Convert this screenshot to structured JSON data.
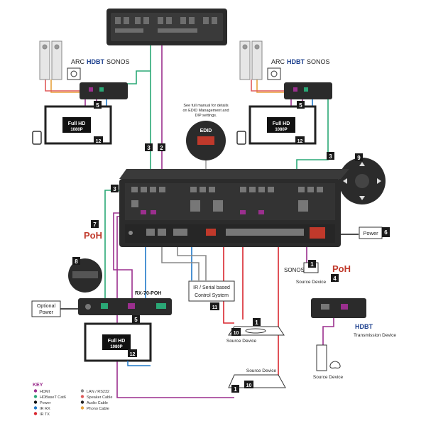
{
  "title": "",
  "labels": {
    "edid_title": "EDID",
    "edid_note": [
      "See full manual for details",
      "on EDID Management and",
      "DIP settings."
    ],
    "power": "Power",
    "optional_power": [
      "Optional",
      "Power"
    ],
    "rx70poh": "RX-70-POH",
    "control_system": [
      "IR / Serial based",
      "Control System"
    ],
    "source_device": "Source Device",
    "transmission_device": "Transmission Device",
    "arc": "ARC",
    "hdbt": "HDBT",
    "sonos": "SONOS",
    "poh": "PoH",
    "fullhd": "Full HD",
    "res": "1080P"
  },
  "badges": {
    "b1a": "1",
    "b1b": "1",
    "b1c": "1",
    "b2": "2",
    "b3a": "3",
    "b3b": "3",
    "b3c": "3",
    "b4": "4",
    "b5a": "5",
    "b5b": "5",
    "b5c": "5",
    "b6": "6",
    "b7": "7",
    "b8": "8",
    "b9": "9",
    "b10a": "10",
    "b10b": "10",
    "b11": "11",
    "b12a": "12",
    "b12b": "12",
    "b12c": "12"
  },
  "key": {
    "title": "KEY",
    "items": [
      {
        "label": "HDMI",
        "color": "#9b2f8e"
      },
      {
        "label": "HDBaseT Cat6",
        "color": "#2aa876"
      },
      {
        "label": "Power",
        "color": "#111111"
      },
      {
        "label": "IR RX",
        "color": "#1f78c8"
      },
      {
        "label": "IR TX",
        "color": "#d8262e"
      },
      {
        "label": "LAN / RS232",
        "color": "#8a8a8a"
      },
      {
        "label": "Speaker Cable",
        "color": "#e05a5a"
      },
      {
        "label": "Audio Cable",
        "color": "#222222"
      },
      {
        "label": "Phono Cable",
        "color": "#e8a23c"
      }
    ]
  },
  "colors": {
    "hdmi": "#9b2f8e",
    "hdbaset": "#2aa876",
    "irrx": "#1f78c8",
    "irtx": "#d8262e",
    "lan": "#8a8a8a",
    "phono": "#e8a23c",
    "device": "#2b2b2b",
    "badge": "#1a1a1a"
  }
}
